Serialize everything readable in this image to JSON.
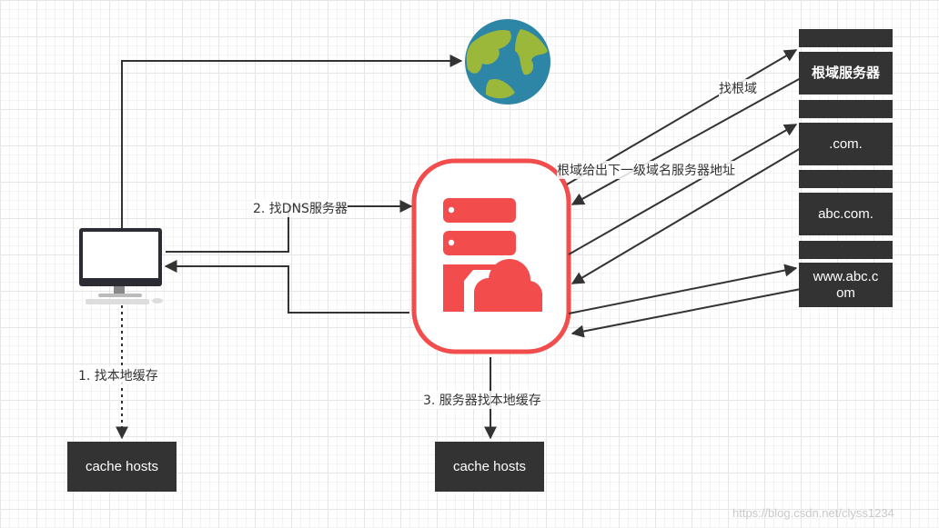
{
  "servers": {
    "root": "根域服务器",
    "com": ".com.",
    "abc_com": "abc.com.",
    "www": "www.abc.c\nom"
  },
  "cache": {
    "client": "cache hosts",
    "dns": "cache hosts"
  },
  "labels": {
    "find_dns": "2. 找DNS服务器",
    "local_cache": "1. 找本地缓存",
    "server_cache": "3. 服务器找本地缓存",
    "find_root": "找根域",
    "root_reply": "根域给出下一级域名服务器地址"
  },
  "watermark": "https://blog.csdn.net/clyss1234",
  "icons": {
    "computer": "desktop-computer-icon",
    "dns_server": "dns-cloud-server-icon",
    "globe": "globe-icon"
  },
  "colors": {
    "dark_box": "#333333",
    "server_red": "#f24c4c",
    "globe_ocean": "#2e86a6",
    "globe_land": "#9bb83a",
    "arrow": "#333333"
  }
}
